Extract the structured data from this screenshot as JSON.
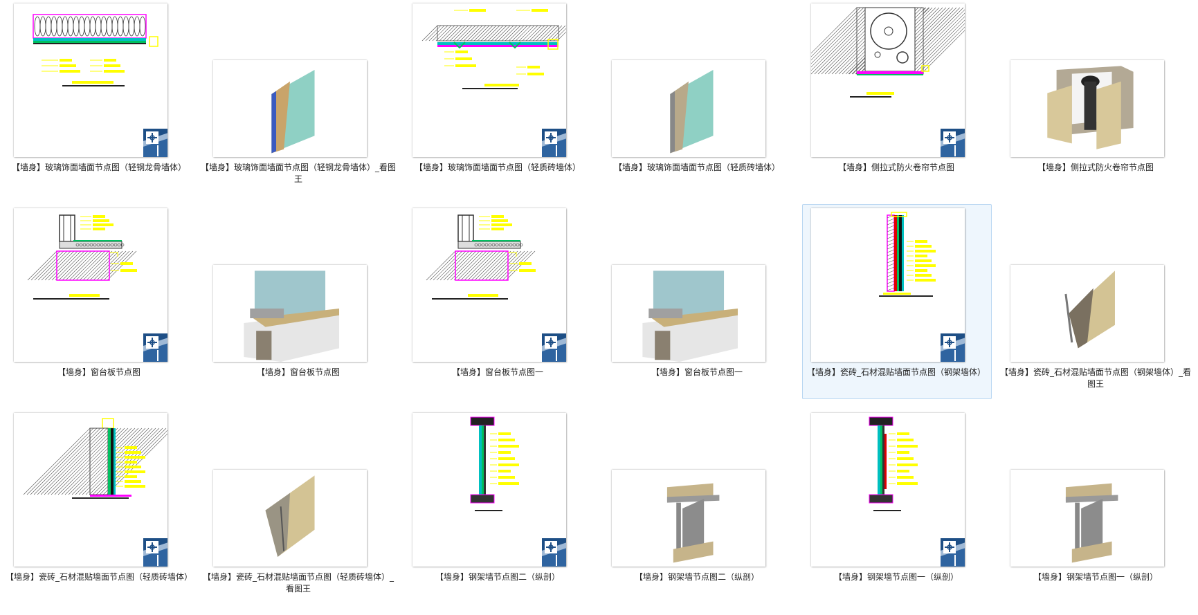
{
  "files": [
    {
      "label": "【墙身】玻璃饰面墙面节点图（轻钢龙骨墙体）",
      "kind": "cad-glass-keel",
      "has_badge": true
    },
    {
      "label": "【墙身】玻璃饰面墙面节点图（轻钢龙骨墙体）_看图王",
      "kind": "3d-glass-panel",
      "has_badge": false
    },
    {
      "label": "【墙身】玻璃饰面墙面节点图（轻质砖墙体）",
      "kind": "cad-glass-brick",
      "has_badge": true
    },
    {
      "label": "【墙身】玻璃饰面墙面节点图（轻质砖墙体）",
      "kind": "3d-glass-brick",
      "has_badge": false
    },
    {
      "label": "【墙身】侧拉式防火卷帘节点图",
      "kind": "cad-shutter",
      "has_badge": true
    },
    {
      "label": "【墙身】侧拉式防火卷帘节点图",
      "kind": "3d-shutter",
      "has_badge": false
    },
    {
      "label": "【墙身】窗台板节点图",
      "kind": "cad-sill",
      "has_badge": true
    },
    {
      "label": "【墙身】窗台板节点图",
      "kind": "3d-sill",
      "has_badge": false
    },
    {
      "label": "【墙身】窗台板节点图一",
      "kind": "cad-sill",
      "has_badge": true
    },
    {
      "label": "【墙身】窗台板节点图一",
      "kind": "3d-sill",
      "has_badge": false
    },
    {
      "label": "【墙身】瓷砖_石材混贴墙面节点图（钢架墙体）",
      "kind": "cad-tile-steel",
      "has_badge": true,
      "selected": true
    },
    {
      "label": "【墙身】瓷砖_石材混贴墙面节点图（钢架墙体）_看图王",
      "kind": "3d-tile-steel",
      "has_badge": false
    },
    {
      "label": "【墙身】瓷砖_石材混贴墙面节点图（轻质砖墙体）",
      "kind": "cad-tile-brick",
      "has_badge": true
    },
    {
      "label": "【墙身】瓷砖_石材混贴墙面节点图（轻质砖墙体）_看图王",
      "kind": "3d-tile-brick",
      "has_badge": false
    },
    {
      "label": "【墙身】钢架墙节点图二（纵剖）",
      "kind": "cad-steel-section",
      "has_badge": true
    },
    {
      "label": "【墙身】钢架墙节点图二（纵剖）",
      "kind": "3d-steel-section",
      "has_badge": false
    },
    {
      "label": "【墙身】钢架墙节点图一（纵剖）",
      "kind": "cad-steel-section2",
      "has_badge": true
    },
    {
      "label": "【墙身】钢架墙节点图一（纵剖）",
      "kind": "3d-steel-section",
      "has_badge": false
    }
  ],
  "colors": {
    "cad_yellow": "#ffff00",
    "cad_magenta": "#ff00ff",
    "cad_green": "#00c060",
    "cad_cyan": "#00c0c0",
    "selection_fill": "#eef6fd",
    "selection_border": "#b9d7f2",
    "badge_blue": "#1e4f86"
  }
}
